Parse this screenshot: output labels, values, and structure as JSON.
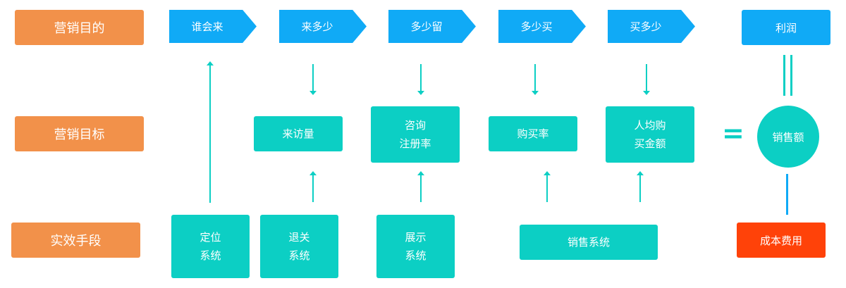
{
  "rows": {
    "purpose": "营销目的",
    "target": "营销目标",
    "means": "实效手段"
  },
  "purposes": [
    "谁会来",
    "来多少",
    "多少留",
    "多少买",
    "买多少"
  ],
  "profit": "利润",
  "targets": {
    "visits": "来访量",
    "inquiry": [
      "咨询",
      "注册率"
    ],
    "purchase_rate": "购买率",
    "avg_amount": [
      "人均购",
      "买金额"
    ],
    "equals": "=",
    "sales": "销售额"
  },
  "means": {
    "positioning": [
      "定位",
      "系统"
    ],
    "retention": [
      "退关",
      "系统"
    ],
    "display": [
      "展示",
      "系统"
    ],
    "sales_system": "销售系统",
    "cost": "成本费用"
  },
  "colors": {
    "label": "#f2914a",
    "chevron": "#10aaf6",
    "node": "#0ccfc4",
    "cost": "#ff4209"
  }
}
